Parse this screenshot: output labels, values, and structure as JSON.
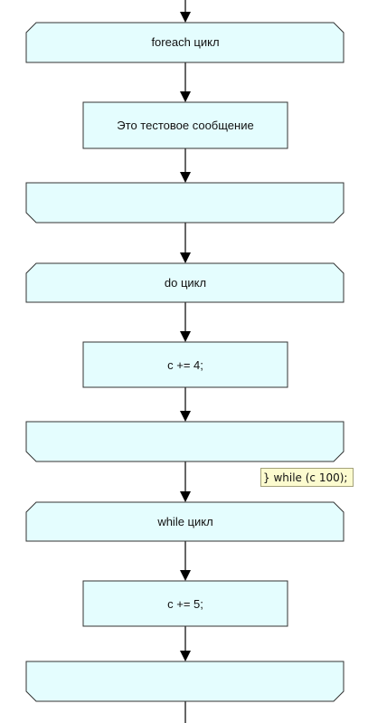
{
  "flowchart": {
    "nodes": [
      {
        "id": "loop1_start",
        "shape": "loop-open",
        "label": "foreach цикл"
      },
      {
        "id": "action1",
        "shape": "process",
        "label": "Это тестовое сообщение"
      },
      {
        "id": "loop1_end",
        "shape": "loop-close",
        "label": ""
      },
      {
        "id": "loop2_start",
        "shape": "loop-open",
        "label": "do цикл"
      },
      {
        "id": "action2",
        "shape": "process",
        "label": "c += 4;"
      },
      {
        "id": "loop2_end",
        "shape": "loop-close",
        "label": ""
      },
      {
        "id": "loop3_start",
        "shape": "loop-open",
        "label": "while цикл"
      },
      {
        "id": "action3",
        "shape": "process",
        "label": "c += 5;"
      },
      {
        "id": "loop3_end",
        "shape": "loop-close",
        "label": ""
      }
    ],
    "note": {
      "text": "} while (c 100);"
    },
    "colors": {
      "fill": "#e4fdfe",
      "stroke": "#333333",
      "edge": "#000000",
      "note_fill": "#fcfbcf"
    }
  }
}
